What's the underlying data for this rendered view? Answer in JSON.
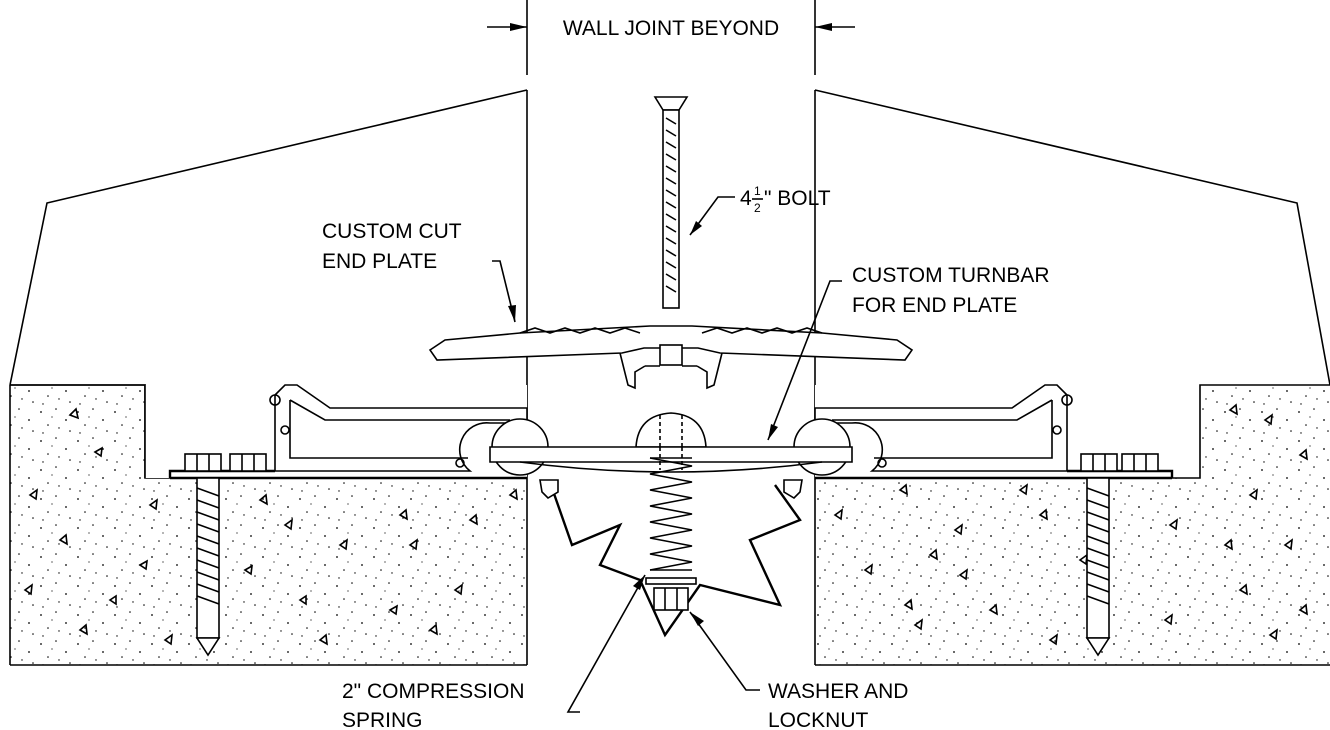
{
  "labels": {
    "wall_joint": "WALL JOINT BEYOND",
    "bolt_main": "4",
    "bolt_sup": "1",
    "bolt_sub": "2",
    "bolt_suffix": "\" BOLT",
    "end_plate_1": "CUSTOM CUT",
    "end_plate_2": "END PLATE",
    "turnbar_1": "CUSTOM TURNBAR",
    "turnbar_2": "FOR END PLATE",
    "spring_1": "2\" COMPRESSION",
    "spring_2": "SPRING",
    "washer_1": "WASHER AND",
    "washer_2": "LOCKNUT"
  }
}
